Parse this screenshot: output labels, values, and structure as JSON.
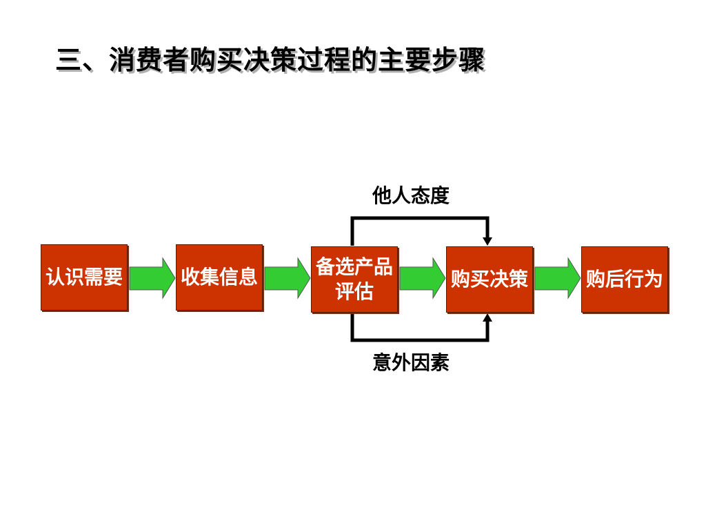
{
  "title": "三、消费者购买决策过程的主要步骤",
  "colors": {
    "box_fill": "#cc3300",
    "arrow_fill": "#33cc33",
    "connector": "#000000"
  },
  "steps": [
    {
      "label": "认识需要"
    },
    {
      "label": "收集信息"
    },
    {
      "label": "备选产品评估"
    },
    {
      "label": "购买决策"
    },
    {
      "label": "购后行为"
    }
  ],
  "influences": {
    "top": "他人态度",
    "bottom": "意外因素"
  }
}
